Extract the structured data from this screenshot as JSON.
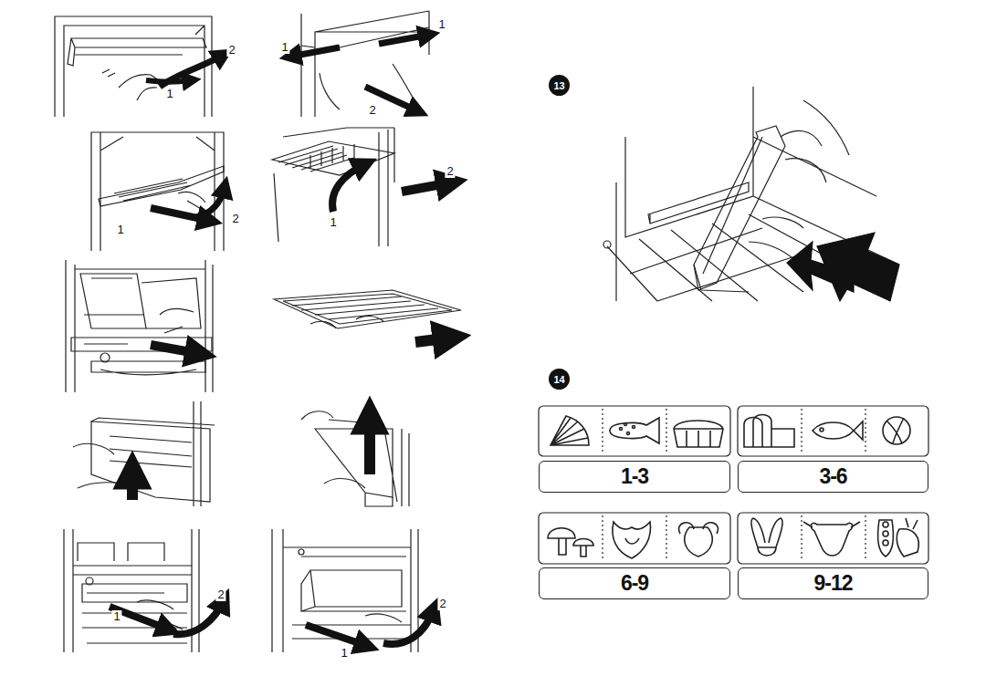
{
  "diagram": {
    "nodes": [
      {
        "text": [
          "13"
        ]
      },
      {
        "text": [
          "14"
        ]
      },
      {
        "text": [
          "1-3"
        ]
      },
      {
        "text": [
          "3-6"
        ]
      },
      {
        "text": [
          "6-9"
        ]
      },
      {
        "text": [
          "9-12"
        ]
      }
    ],
    "labels": [
      "2",
      "1",
      "1",
      "1",
      "2",
      "1",
      "2",
      "1",
      "2",
      "1",
      "2",
      "1",
      "2"
    ]
  }
}
